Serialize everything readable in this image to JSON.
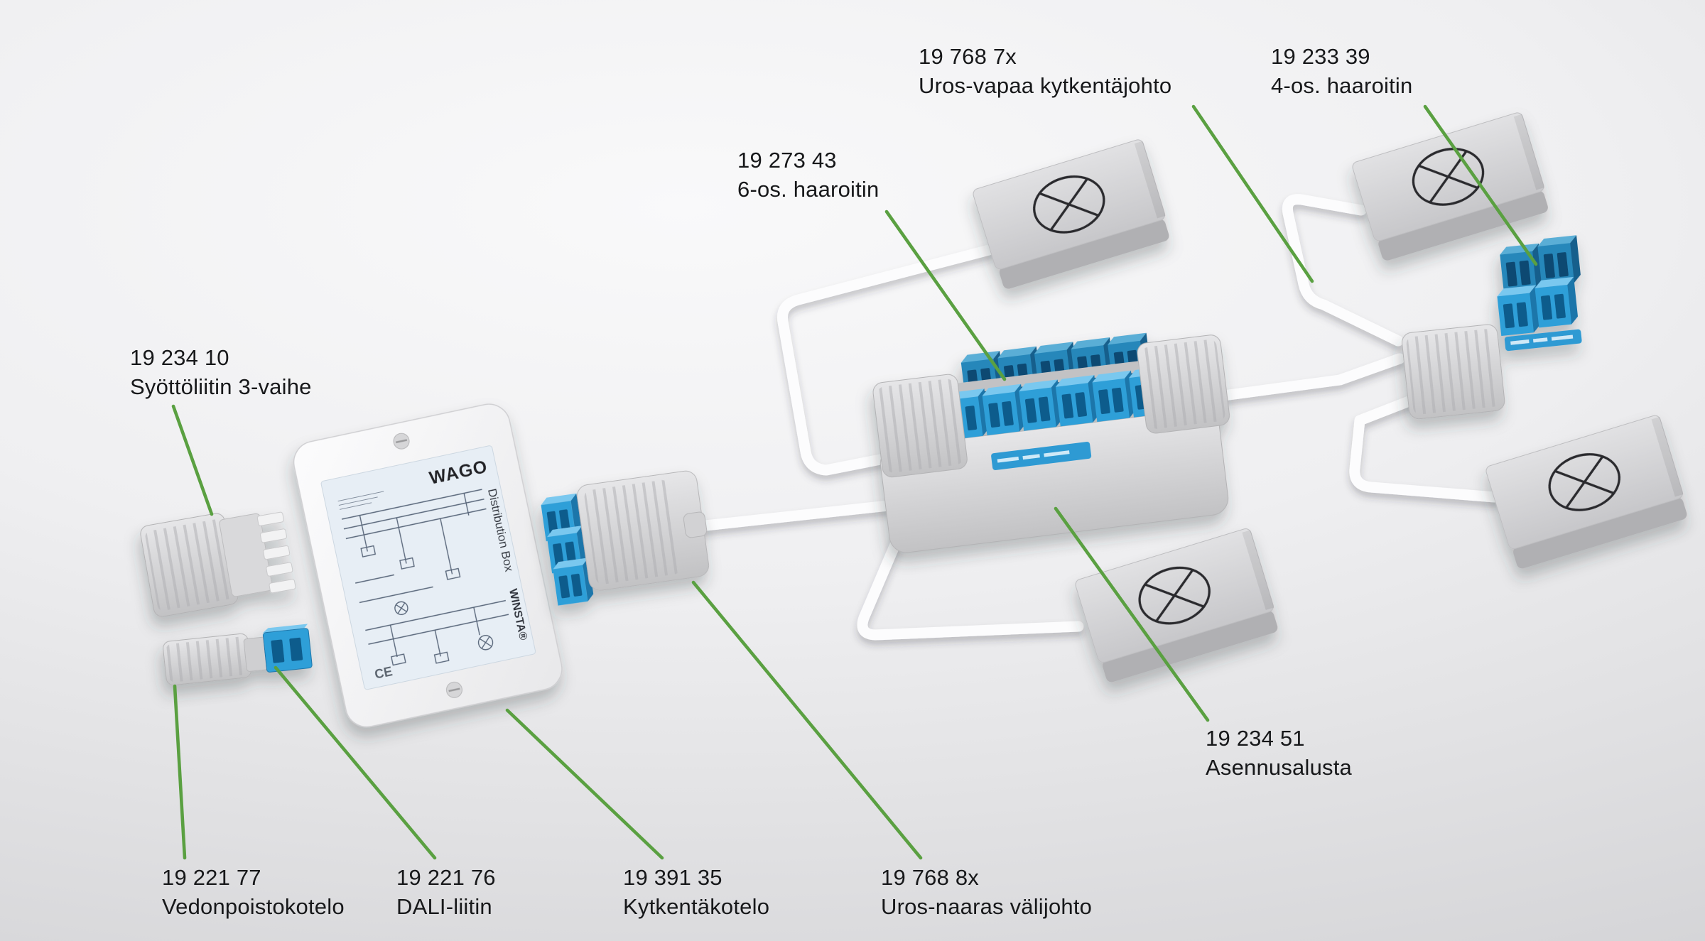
{
  "colors": {
    "annotation_green": "#5aa041",
    "connector_blue": "#2f9fd8",
    "connector_blue_dark": "#1b76aa",
    "cable_white": "#fcfcfd",
    "background_light": "#f9f9fa",
    "background_dark": "#d2d2d5"
  },
  "icons": {
    "luminaire_symbol": "circle-with-diagonal-cross (⊗)"
  },
  "labels": [
    {
      "id": "syottoliitin",
      "part": "19 234 10",
      "name": "Syöttöliitin 3-vaihe"
    },
    {
      "id": "vedonpoistokotelo",
      "part": "19 221 77",
      "name": "Vedonpoistokotelo"
    },
    {
      "id": "dali-liitin",
      "part": "19 221 76",
      "name": "DALI-liitin"
    },
    {
      "id": "kytkentakotelo",
      "part": "19 391 35",
      "name": "Kytkentäkotelo"
    },
    {
      "id": "uros-naaras-valijohto",
      "part": "19 768 8x",
      "name": "Uros-naaras välijohto"
    },
    {
      "id": "6-os-haaroitin",
      "part": "19 273 43",
      "name": "6-os. haaroitin"
    },
    {
      "id": "uros-vapaa-kytkentajohto",
      "part": "19 768 7x",
      "name": "Uros-vapaa kytkentäjohto"
    },
    {
      "id": "4-os-haaroitin",
      "part": "19 233 39",
      "name": "4-os. haaroitin"
    },
    {
      "id": "asennusalusta",
      "part": "19 234 51",
      "name": "Asennusalusta"
    }
  ],
  "distribution_box": {
    "brand": "WAGO",
    "title": "Distribution Box",
    "series": "WINSTA®",
    "ce_mark": "CE"
  }
}
